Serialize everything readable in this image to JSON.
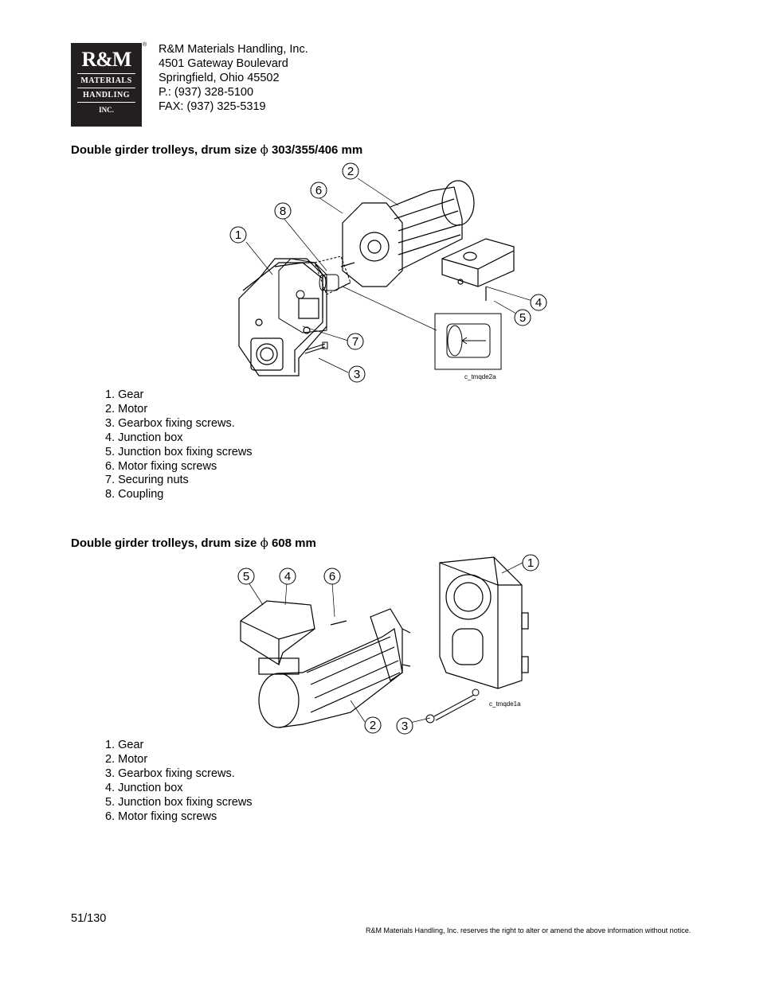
{
  "logo": {
    "brand": "R&M",
    "line1": "MATERIALS",
    "line2": "HANDLING",
    "line3": "INC.",
    "reg": "®"
  },
  "company": {
    "name": "R&M Materials Handling, Inc.",
    "street": "4501 Gateway Boulevard",
    "city": "Springfield, Ohio 45502",
    "phone": "P.: (937) 328-5100",
    "fax": "FAX: (937) 325-5319"
  },
  "section1": {
    "heading_a": "Double girder trolleys, drum size ",
    "phi": "ϕ",
    "heading_b": " 303/355/406 mm",
    "figure_code": "c_tmqde2a",
    "callouts": [
      "1",
      "2",
      "3",
      "4",
      "5",
      "6",
      "7",
      "8"
    ],
    "items": [
      "1. Gear",
      "2. Motor",
      "3. Gearbox fixing screws.",
      "4. Junction box",
      "5. Junction box fixing screws",
      "6. Motor fixing screws",
      "7. Securing nuts",
      "8. Coupling"
    ]
  },
  "section2": {
    "heading_a": "Double girder trolleys, drum size ",
    "phi": "ϕ",
    "heading_b": " 608 mm",
    "figure_code": "c_tmqde1a",
    "callouts": [
      "1",
      "2",
      "3",
      "4",
      "5",
      "6"
    ],
    "items": [
      "1. Gear",
      "2. Motor",
      "3. Gearbox fixing screws.",
      "4. Junction box",
      "5. Junction box fixing screws",
      "6. Motor fixing screws"
    ]
  },
  "footer": {
    "page": "51/130",
    "notice": "R&M Materials Handling, Inc. reserves the right to alter or amend the above information without notice."
  }
}
